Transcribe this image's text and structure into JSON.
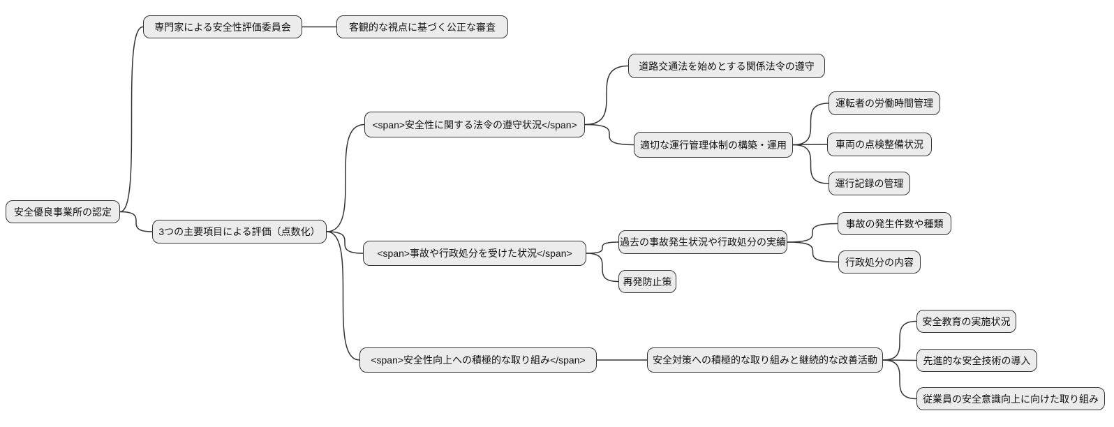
{
  "diagram": {
    "kind": "mindmap-flowchart",
    "background_color": "#ffffff",
    "node_fill_color": "#ececec",
    "node_border_color": "#333333",
    "edge_color": "#333333",
    "text_color": "#111111",
    "nodes": [
      {
        "id": "root",
        "label": "安全優良事業所の認定"
      },
      {
        "id": "expert-committee",
        "label": "専門家による安全性評価委員会"
      },
      {
        "id": "fair-review",
        "label": "客観的な視点に基づく公正な審査"
      },
      {
        "id": "three-items",
        "label": "3つの主要項目による評価（点数化）"
      },
      {
        "id": "law-compliance",
        "label": "<span>安全性に関する法令の遵守状況</span>"
      },
      {
        "id": "road-traffic-law",
        "label": "道路交通法を始めとする関係法令の遵守"
      },
      {
        "id": "operation-management",
        "label": "適切な運行管理体制の構築・運用"
      },
      {
        "id": "driver-work-hours",
        "label": "運転者の労働時間管理"
      },
      {
        "id": "vehicle-inspection",
        "label": "車両の点検整備状況"
      },
      {
        "id": "operation-records",
        "label": "運行記録の管理"
      },
      {
        "id": "accident-sanction-status",
        "label": "<span>事故や行政処分を受けた状況</span>"
      },
      {
        "id": "past-accident-record",
        "label": "過去の事故発生状況や行政処分の実績"
      },
      {
        "id": "recurrence-prevention",
        "label": "再発防止策"
      },
      {
        "id": "accident-count-type",
        "label": "事故の発生件数や種類"
      },
      {
        "id": "sanction-content",
        "label": "行政処分の内容"
      },
      {
        "id": "proactive-safety-efforts",
        "label": "<span>安全性向上への積極的な取り組み</span>"
      },
      {
        "id": "continuous-improvement",
        "label": "安全対策への積極的な取り組みと継続的な改善活動"
      },
      {
        "id": "safety-education",
        "label": "安全教育の実施状況"
      },
      {
        "id": "advanced-safety-tech",
        "label": "先進的な安全技術の導入"
      },
      {
        "id": "employee-awareness",
        "label": "従業員の安全意識向上に向けた取り組み"
      }
    ],
    "edges": [
      {
        "from": "root",
        "to": "expert-committee"
      },
      {
        "from": "root",
        "to": "three-items"
      },
      {
        "from": "expert-committee",
        "to": "fair-review"
      },
      {
        "from": "three-items",
        "to": "law-compliance"
      },
      {
        "from": "three-items",
        "to": "accident-sanction-status"
      },
      {
        "from": "three-items",
        "to": "proactive-safety-efforts"
      },
      {
        "from": "law-compliance",
        "to": "road-traffic-law"
      },
      {
        "from": "law-compliance",
        "to": "operation-management"
      },
      {
        "from": "operation-management",
        "to": "driver-work-hours"
      },
      {
        "from": "operation-management",
        "to": "vehicle-inspection"
      },
      {
        "from": "operation-management",
        "to": "operation-records"
      },
      {
        "from": "accident-sanction-status",
        "to": "past-accident-record"
      },
      {
        "from": "accident-sanction-status",
        "to": "recurrence-prevention"
      },
      {
        "from": "past-accident-record",
        "to": "accident-count-type"
      },
      {
        "from": "past-accident-record",
        "to": "sanction-content"
      },
      {
        "from": "proactive-safety-efforts",
        "to": "continuous-improvement"
      },
      {
        "from": "continuous-improvement",
        "to": "safety-education"
      },
      {
        "from": "continuous-improvement",
        "to": "advanced-safety-tech"
      },
      {
        "from": "continuous-improvement",
        "to": "employee-awareness"
      }
    ]
  }
}
